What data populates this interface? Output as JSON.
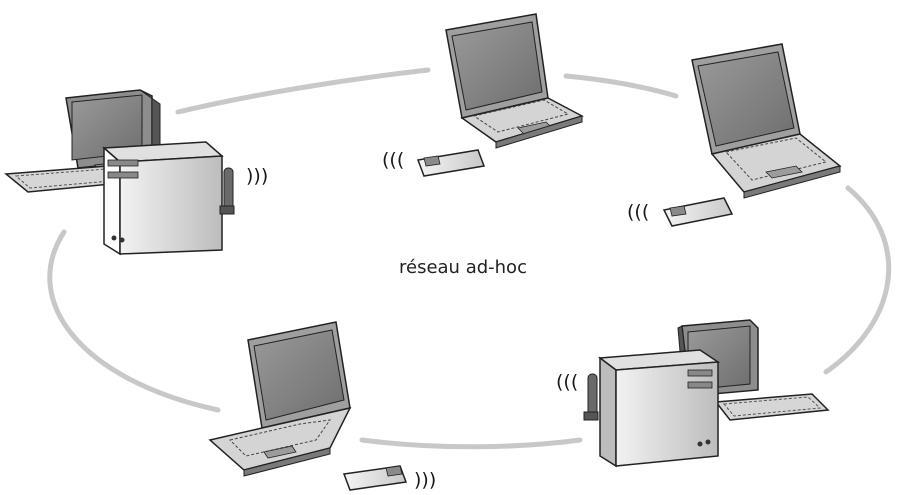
{
  "diagram": {
    "center_label": "réseau ad-hoc",
    "signal_out": ")))",
    "signal_in": "(((",
    "ring_color": "#c8c8c8",
    "devices": [
      {
        "name": "desktop-pc",
        "position": "left"
      },
      {
        "name": "laptop",
        "position": "top-center"
      },
      {
        "name": "laptop",
        "position": "top-right"
      },
      {
        "name": "desktop-pc",
        "position": "bottom-right"
      },
      {
        "name": "laptop",
        "position": "bottom-left"
      }
    ],
    "wireless_cards": 3,
    "antennas": 2
  }
}
